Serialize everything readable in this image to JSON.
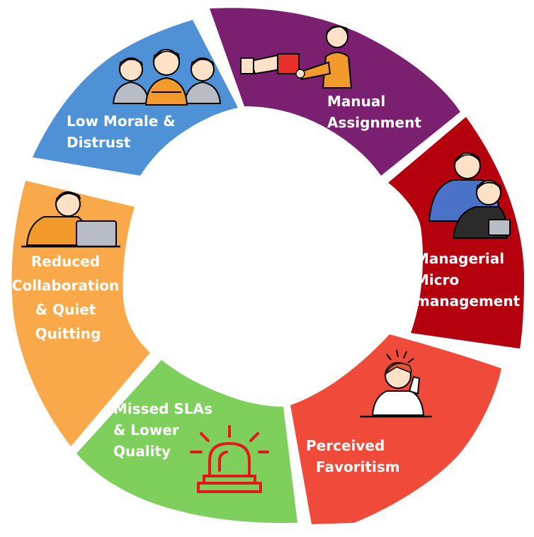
{
  "diagram": {
    "segments": [
      {
        "id": "manual-assignment",
        "color": "#7B2070",
        "lines": [
          "Manual",
          "Assignment"
        ],
        "icon": "handing-over-icon"
      },
      {
        "id": "managerial-micromanagement",
        "color": "#B5000E",
        "lines": [
          "Managerial",
          "Micro",
          "management"
        ],
        "icon": "manager-watching-icon"
      },
      {
        "id": "perceived-favoritism",
        "color": "#F04A3A",
        "lines": [
          "Perceived",
          "Favoritism"
        ],
        "icon": "frustrated-person-icon"
      },
      {
        "id": "missed-slas",
        "color": "#7ECF5C",
        "lines": [
          "Missed SLAs",
          "& Lower",
          "Quality"
        ],
        "icon": "alarm-siren-icon"
      },
      {
        "id": "reduced-collaboration",
        "color": "#F9A94A",
        "lines": [
          "Reduced",
          "Collaboration",
          "& Quiet",
          "Quitting"
        ],
        "icon": "person-at-laptop-icon"
      },
      {
        "id": "low-morale",
        "color": "#4E91D6",
        "lines": [
          "Low Morale &",
          "Distrust"
        ],
        "icon": "unhappy-team-icon"
      }
    ]
  }
}
